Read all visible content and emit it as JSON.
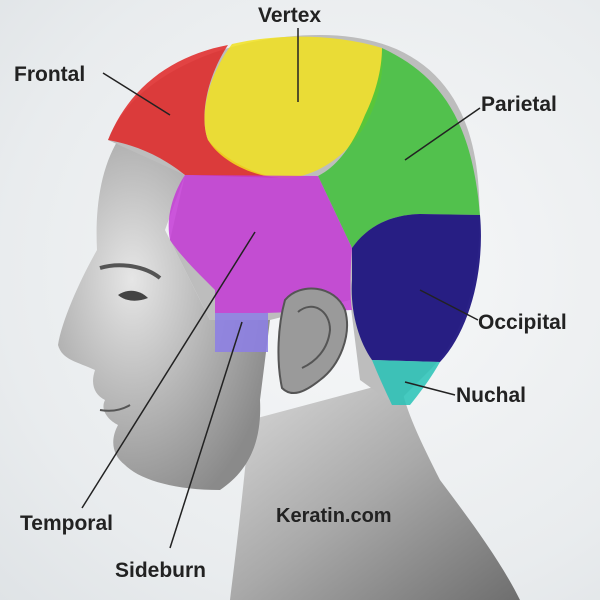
{
  "regions": [
    {
      "id": "frontal",
      "label": "Frontal",
      "color": "#e02525"
    },
    {
      "id": "vertex",
      "label": "Vertex",
      "color": "#f2e21e"
    },
    {
      "id": "parietal",
      "label": "Parietal",
      "color": "#3fc23a"
    },
    {
      "id": "occipital",
      "label": "Occipital",
      "color": "#1f1580"
    },
    {
      "id": "nuchal",
      "label": "Nuchal",
      "color": "#27c2b6"
    },
    {
      "id": "temporal",
      "label": "Temporal",
      "color": "#c43ad6"
    },
    {
      "id": "sideburn",
      "label": "Sideburn",
      "color": "#8c7ee6"
    }
  ],
  "watermark": "Keratin.com"
}
